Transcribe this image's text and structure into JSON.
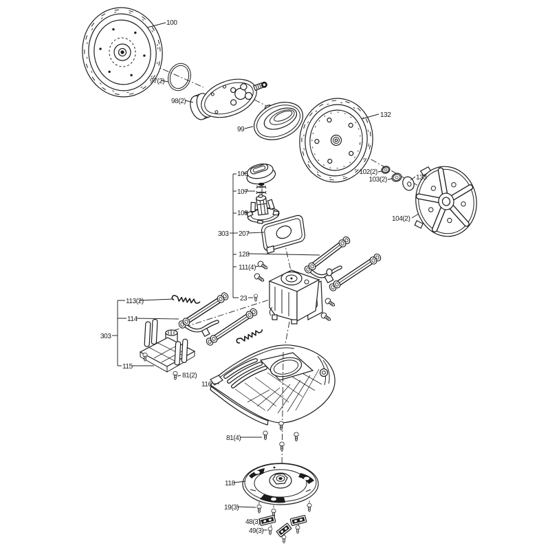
{
  "diagram": {
    "ink_color": "#1c1c1e",
    "background": "#ffffff",
    "labels": {
      "p100": "100",
      "p97": "97(2)",
      "p98": "98(2)",
      "p99": "99",
      "p132": "132",
      "p102": "102(2)",
      "p103": "103(2)",
      "p133": "133",
      "p104": "104(2)",
      "p106": "106",
      "p107": "107",
      "p108": "108",
      "p303_center": "303",
      "p207": "207",
      "p128": "128",
      "p111": "111(4)",
      "p23": "23",
      "p113": "113(2)",
      "p114": "114",
      "p303_left": "303",
      "p115": "115",
      "p81_pair": "81(2)",
      "p116": "116",
      "p81_quad": "81(4)",
      "p118": "118",
      "p19": "19(3)",
      "p48": "48(3)",
      "p49": "49(3)"
    }
  }
}
